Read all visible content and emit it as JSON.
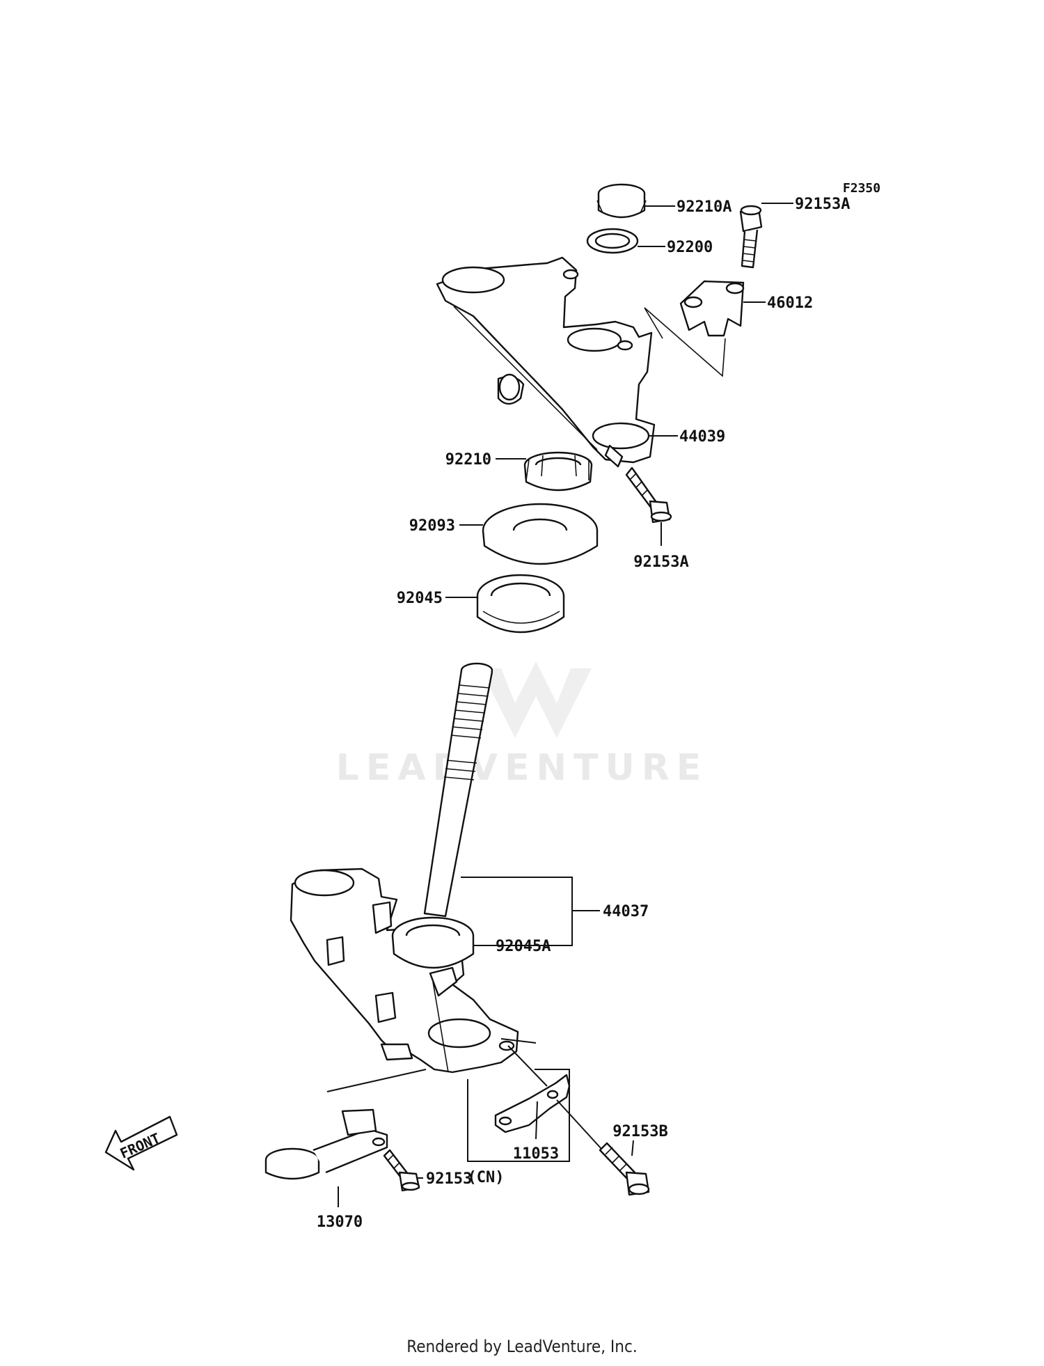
{
  "figure_code": "F2350",
  "watermark": "LEADVENTURE",
  "front_label": "FRONT",
  "footer": "Rendered by LeadVenture, Inc.",
  "parts": [
    {
      "id": "p-92210a",
      "number": "92210A"
    },
    {
      "id": "p-92153a-top",
      "number": "92153A"
    },
    {
      "id": "p-92200",
      "number": "92200"
    },
    {
      "id": "p-46012",
      "number": "46012"
    },
    {
      "id": "p-44039",
      "number": "44039"
    },
    {
      "id": "p-92210",
      "number": "92210"
    },
    {
      "id": "p-92093",
      "number": "92093"
    },
    {
      "id": "p-92153a-bot",
      "number": "92153A"
    },
    {
      "id": "p-92045",
      "number": "92045"
    },
    {
      "id": "p-44037",
      "number": "44037"
    },
    {
      "id": "p-92045a",
      "number": "92045A"
    },
    {
      "id": "p-92153b",
      "number": "92153B"
    },
    {
      "id": "p-11053",
      "number": "11053"
    },
    {
      "id": "p-cn",
      "number": "(CN)"
    },
    {
      "id": "p-92153",
      "number": "92153"
    },
    {
      "id": "p-13070",
      "number": "13070"
    }
  ]
}
